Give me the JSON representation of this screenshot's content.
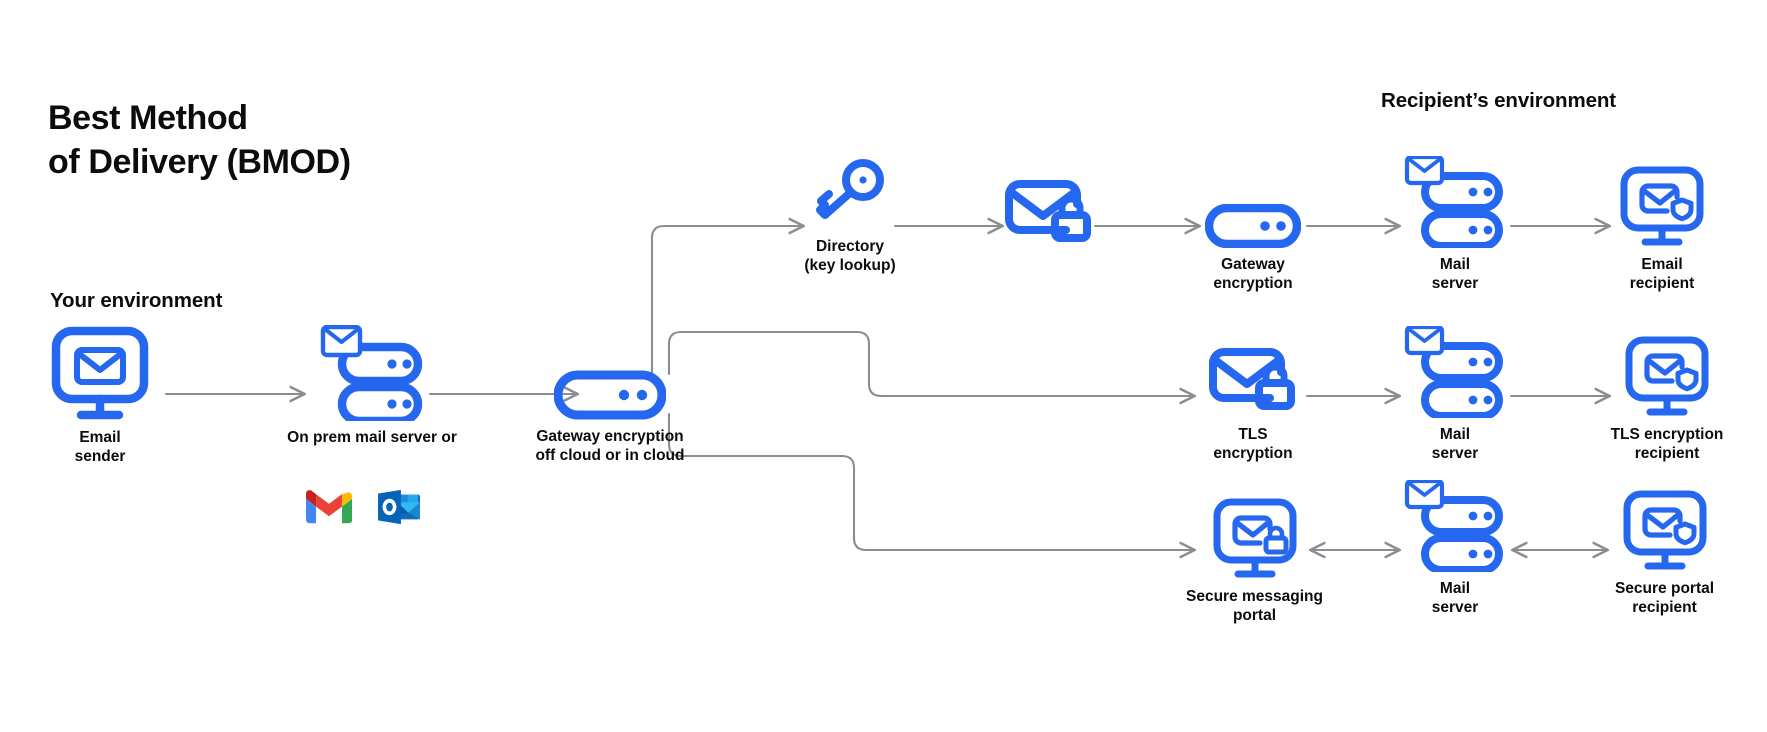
{
  "title": "Best Method\nof Delivery (BMOD)",
  "sections": {
    "sender": "Your environment",
    "recipient": "Recipient’s environment"
  },
  "colors": {
    "brand_blue": "#2568ef",
    "icon_blue": "#2b6ef2",
    "connector_gray": "#8a8d91",
    "text_black": "#0b0c0d",
    "gmail_red": "#ea4335",
    "gmail_blue": "#4285f4",
    "gmail_green": "#34a853",
    "gmail_yellow": "#fbbc04",
    "outlook_blue": "#0f6cbd"
  },
  "nodes": {
    "email_sender": {
      "label": "Email\nsender",
      "icon": "monitor-envelope-icon"
    },
    "on_prem": {
      "label": "On prem mail server or",
      "icon": "mail-server-icon"
    },
    "gateway_off": {
      "label": "Gateway encryption\noff cloud or in cloud",
      "icon": "server-unit-icon"
    },
    "directory": {
      "label": "Directory\n(key lookup)",
      "icon": "key-icon"
    },
    "enc_envelope": {
      "label": "",
      "icon": "envelope-lock-icon"
    },
    "gateway_enc": {
      "label": "Gateway\nencryption",
      "icon": "server-unit-icon"
    },
    "mail_server_1": {
      "label": "Mail\nserver",
      "icon": "mail-server-icon"
    },
    "email_recipient": {
      "label": "Email\nrecipient",
      "icon": "monitor-envelope-shield-icon"
    },
    "tls_enc": {
      "label": "TLS\nencryption",
      "icon": "envelope-lock-icon"
    },
    "mail_server_2": {
      "label": "Mail\nserver",
      "icon": "mail-server-icon"
    },
    "tls_recipient": {
      "label": "TLS encryption\nrecipient",
      "icon": "monitor-envelope-shield-icon"
    },
    "portal": {
      "label": "Secure messaging\nportal",
      "icon": "monitor-envelope-lock-icon"
    },
    "mail_server_3": {
      "label": "Mail\nserver",
      "icon": "mail-server-icon"
    },
    "portal_recipient": {
      "label": "Secure portal\nrecipient",
      "icon": "monitor-envelope-shield-icon"
    }
  },
  "logos": [
    {
      "name": "gmail-logo",
      "alt": "Gmail"
    },
    {
      "name": "outlook-logo",
      "alt": "Outlook"
    }
  ],
  "connectors": [
    {
      "from": "email_sender",
      "to": "on_prem",
      "style": "straight-arrow"
    },
    {
      "from": "on_prem",
      "to": "gateway_off",
      "style": "straight-arrow"
    },
    {
      "from": "gateway_off",
      "to": "directory",
      "style": "elbow-up-arrow"
    },
    {
      "from": "directory",
      "to": "enc_envelope",
      "style": "straight-arrow"
    },
    {
      "from": "enc_envelope",
      "to": "gateway_enc",
      "style": "straight-arrow"
    },
    {
      "from": "gateway_enc",
      "to": "mail_server_1",
      "style": "straight-arrow"
    },
    {
      "from": "mail_server_1",
      "to": "email_recipient",
      "style": "straight-arrow"
    },
    {
      "from": "gateway_off",
      "to": "tls_enc",
      "style": "elbow-right-arrow"
    },
    {
      "from": "tls_enc",
      "to": "mail_server_2",
      "style": "straight-arrow"
    },
    {
      "from": "mail_server_2",
      "to": "tls_recipient",
      "style": "straight-arrow"
    },
    {
      "from": "gateway_off",
      "to": "portal",
      "style": "elbow-down-arrow"
    },
    {
      "from": "portal",
      "to": "mail_server_3",
      "style": "double-arrow"
    },
    {
      "from": "mail_server_3",
      "to": "portal_recipient",
      "style": "double-arrow"
    }
  ]
}
